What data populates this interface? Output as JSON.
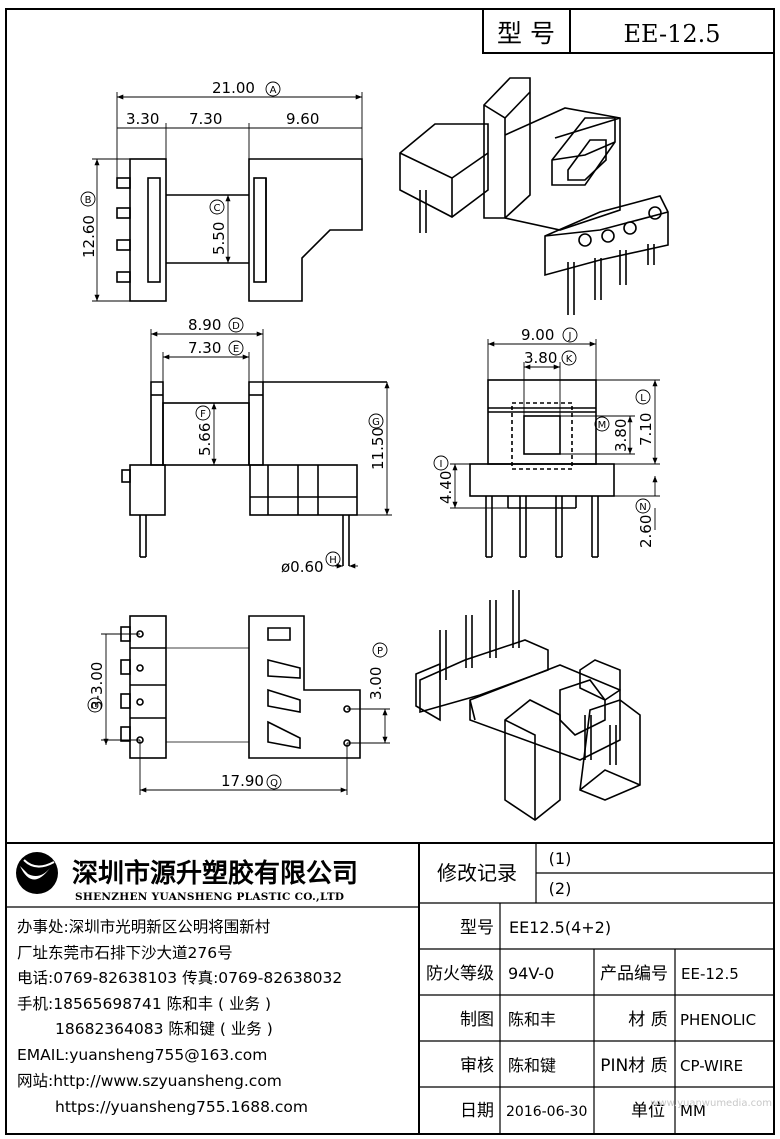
{
  "header": {
    "model_label": "型 号",
    "model_value": "EE-12.5"
  },
  "dimensions": {
    "A": "21.00",
    "B": "12.60",
    "C": "5.50",
    "D": "8.90",
    "E": "7.30",
    "F": "5.66",
    "G": "11.50",
    "H": "ø0.60",
    "I": "4.40",
    "J": "9.00",
    "K": "3.80",
    "L": "7.10",
    "M": "3.80",
    "N": "2.60",
    "O": "3-3.00",
    "P": "3.00",
    "Q": "17.90",
    "top_left": "3.30",
    "top_mid": "7.30",
    "top_right": "9.60"
  },
  "company": {
    "name_cn": "深圳市源升塑胶有限公司",
    "name_en": "SHENZHEN YUANSHENG PLASTIC CO.,LTD",
    "lines": [
      "办事处:深圳市光明新区公明将围新村",
      "厂址东莞市石排下沙大道276号",
      "电话:0769-82638103 传真:0769-82638032",
      "手机:18565698741 陈和丰 ( 业务 )",
      "18682364083 陈和键 ( 业务 )",
      "EMAIL:yuansheng755@163.com",
      "网站:http://www.szyuansheng.com",
      "https://yuansheng755.1688.com"
    ]
  },
  "table": {
    "revision_label": "修改记录",
    "revision_1": "(1)",
    "revision_2": "(2)",
    "model_label": "型号",
    "model_value": "EE12.5(4+2)",
    "fire_label": "防火等级",
    "fire_value": "94V-0",
    "product_no_label": "产品编号",
    "product_no_value": "EE-12.5",
    "drawn_label": "制图",
    "drawn_value": "陈和丰",
    "material_label": "材 质",
    "material_value": "PHENOLIC",
    "review_label": "审核",
    "review_value": "陈和键",
    "pin_label": "PIN材 质",
    "pin_value": "CP-WIRE",
    "date_label": "日期",
    "date_value": "2016-06-30",
    "unit_label": "单位",
    "unit_value": "MM"
  },
  "watermark": "www.yuanwumedia.com"
}
